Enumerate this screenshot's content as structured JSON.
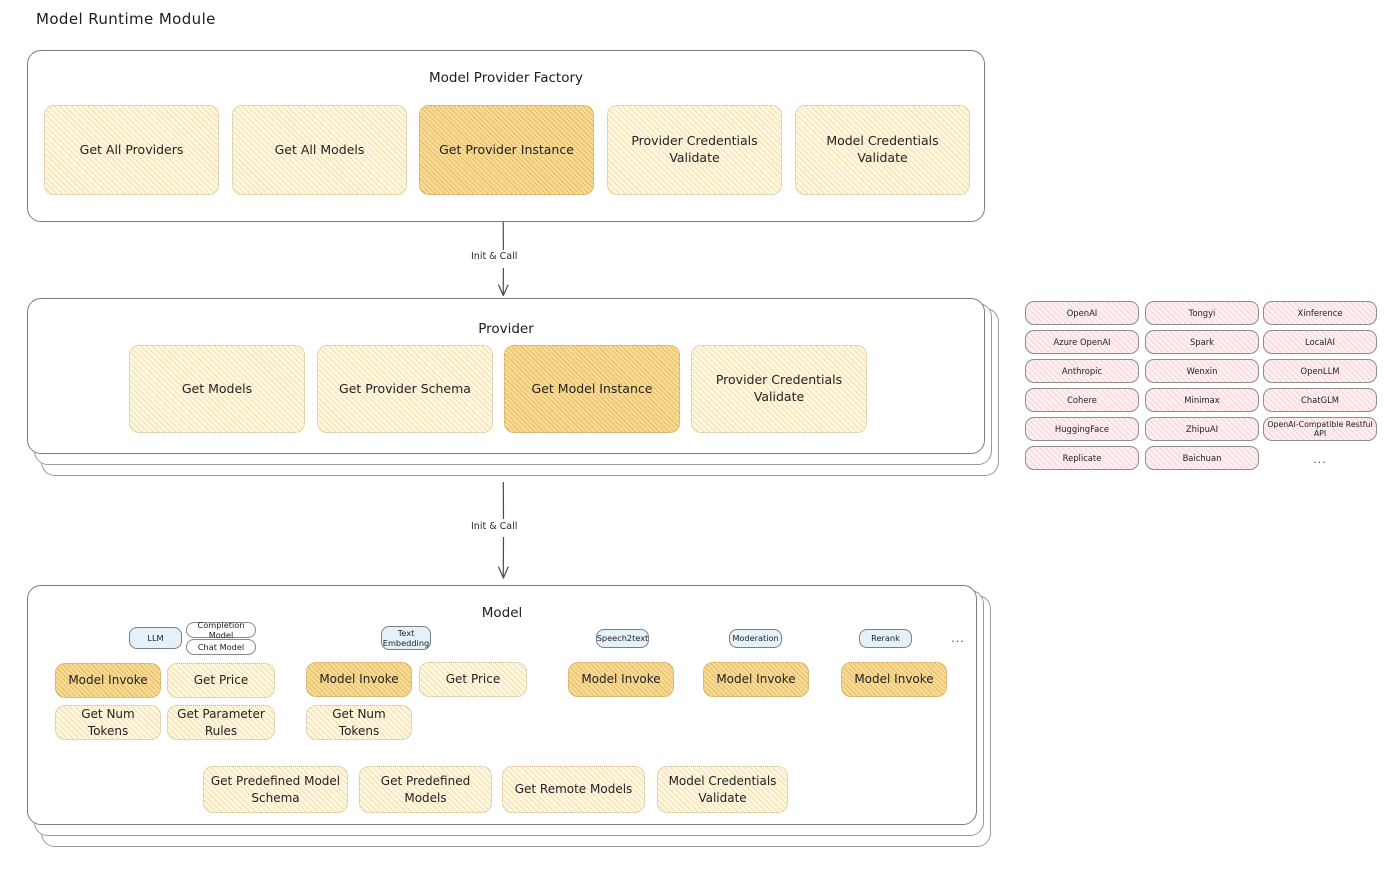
{
  "page": {
    "title": "Model Runtime Module"
  },
  "factory": {
    "title": "Model Provider Factory",
    "functions": [
      {
        "label": "Get All Providers",
        "highlighted": false
      },
      {
        "label": "Get All Models",
        "highlighted": false
      },
      {
        "label": "Get Provider Instance",
        "highlighted": true
      },
      {
        "label": "Provider Credentials Validate",
        "highlighted": false
      },
      {
        "label": "Model Credentials Validate",
        "highlighted": false
      }
    ]
  },
  "arrows": [
    {
      "label": "Init & Call"
    },
    {
      "label": "Init & Call"
    }
  ],
  "provider": {
    "title": "Provider",
    "functions": [
      {
        "label": "Get Models",
        "highlighted": false
      },
      {
        "label": "Get Provider Schema",
        "highlighted": false
      },
      {
        "label": "Get Model Instance",
        "highlighted": true
      },
      {
        "label": "Provider Credentials Validate",
        "highlighted": false
      }
    ]
  },
  "provider_list": {
    "columns": [
      [
        "OpenAI",
        "Azure OpenAI",
        "Anthropic",
        "Cohere",
        "HuggingFace",
        "Replicate"
      ],
      [
        "Tongyi",
        "Spark",
        "Wenxin",
        "Minimax",
        "ZhipuAI",
        "Baichuan"
      ],
      [
        "Xinference",
        "LocalAI",
        "OpenLLM",
        "ChatGLM",
        "OpenAI-Compatible Restful API"
      ]
    ],
    "ellipsis": "..."
  },
  "model": {
    "title": "Model",
    "more_ellipsis": "...",
    "types": [
      {
        "name": "LLM",
        "subtypes": [
          "Completion Model",
          "Chat Model"
        ],
        "functions": [
          {
            "label": "Model Invoke",
            "highlighted": true
          },
          {
            "label": "Get Price",
            "highlighted": false
          },
          {
            "label": "Get Num Tokens",
            "highlighted": false
          },
          {
            "label": "Get Parameter Rules",
            "highlighted": false
          }
        ]
      },
      {
        "name": "Text Embedding",
        "subtypes": [],
        "functions": [
          {
            "label": "Model Invoke",
            "highlighted": true
          },
          {
            "label": "Get Price",
            "highlighted": false
          },
          {
            "label": "Get Num Tokens",
            "highlighted": false
          }
        ]
      },
      {
        "name": "Speech2text",
        "subtypes": [],
        "functions": [
          {
            "label": "Model Invoke",
            "highlighted": true
          }
        ]
      },
      {
        "name": "Moderation",
        "subtypes": [],
        "functions": [
          {
            "label": "Model Invoke",
            "highlighted": true
          }
        ]
      },
      {
        "name": "Rerank",
        "subtypes": [],
        "functions": [
          {
            "label": "Model Invoke",
            "highlighted": true
          }
        ]
      }
    ],
    "shared_functions": [
      {
        "label": "Get Predefined Model Schema"
      },
      {
        "label": "Get Predefined Models"
      },
      {
        "label": "Get Remote Models"
      },
      {
        "label": "Model Credentials Validate"
      }
    ]
  },
  "colors": {
    "amber_fill": "#fdf6e0",
    "amber_highlight": "#f8dc9c",
    "pink_fill": "#fdeef0",
    "blue_tag": "#e4f0fa",
    "card_border": "#7e7e7e",
    "background": "#ffffff"
  }
}
